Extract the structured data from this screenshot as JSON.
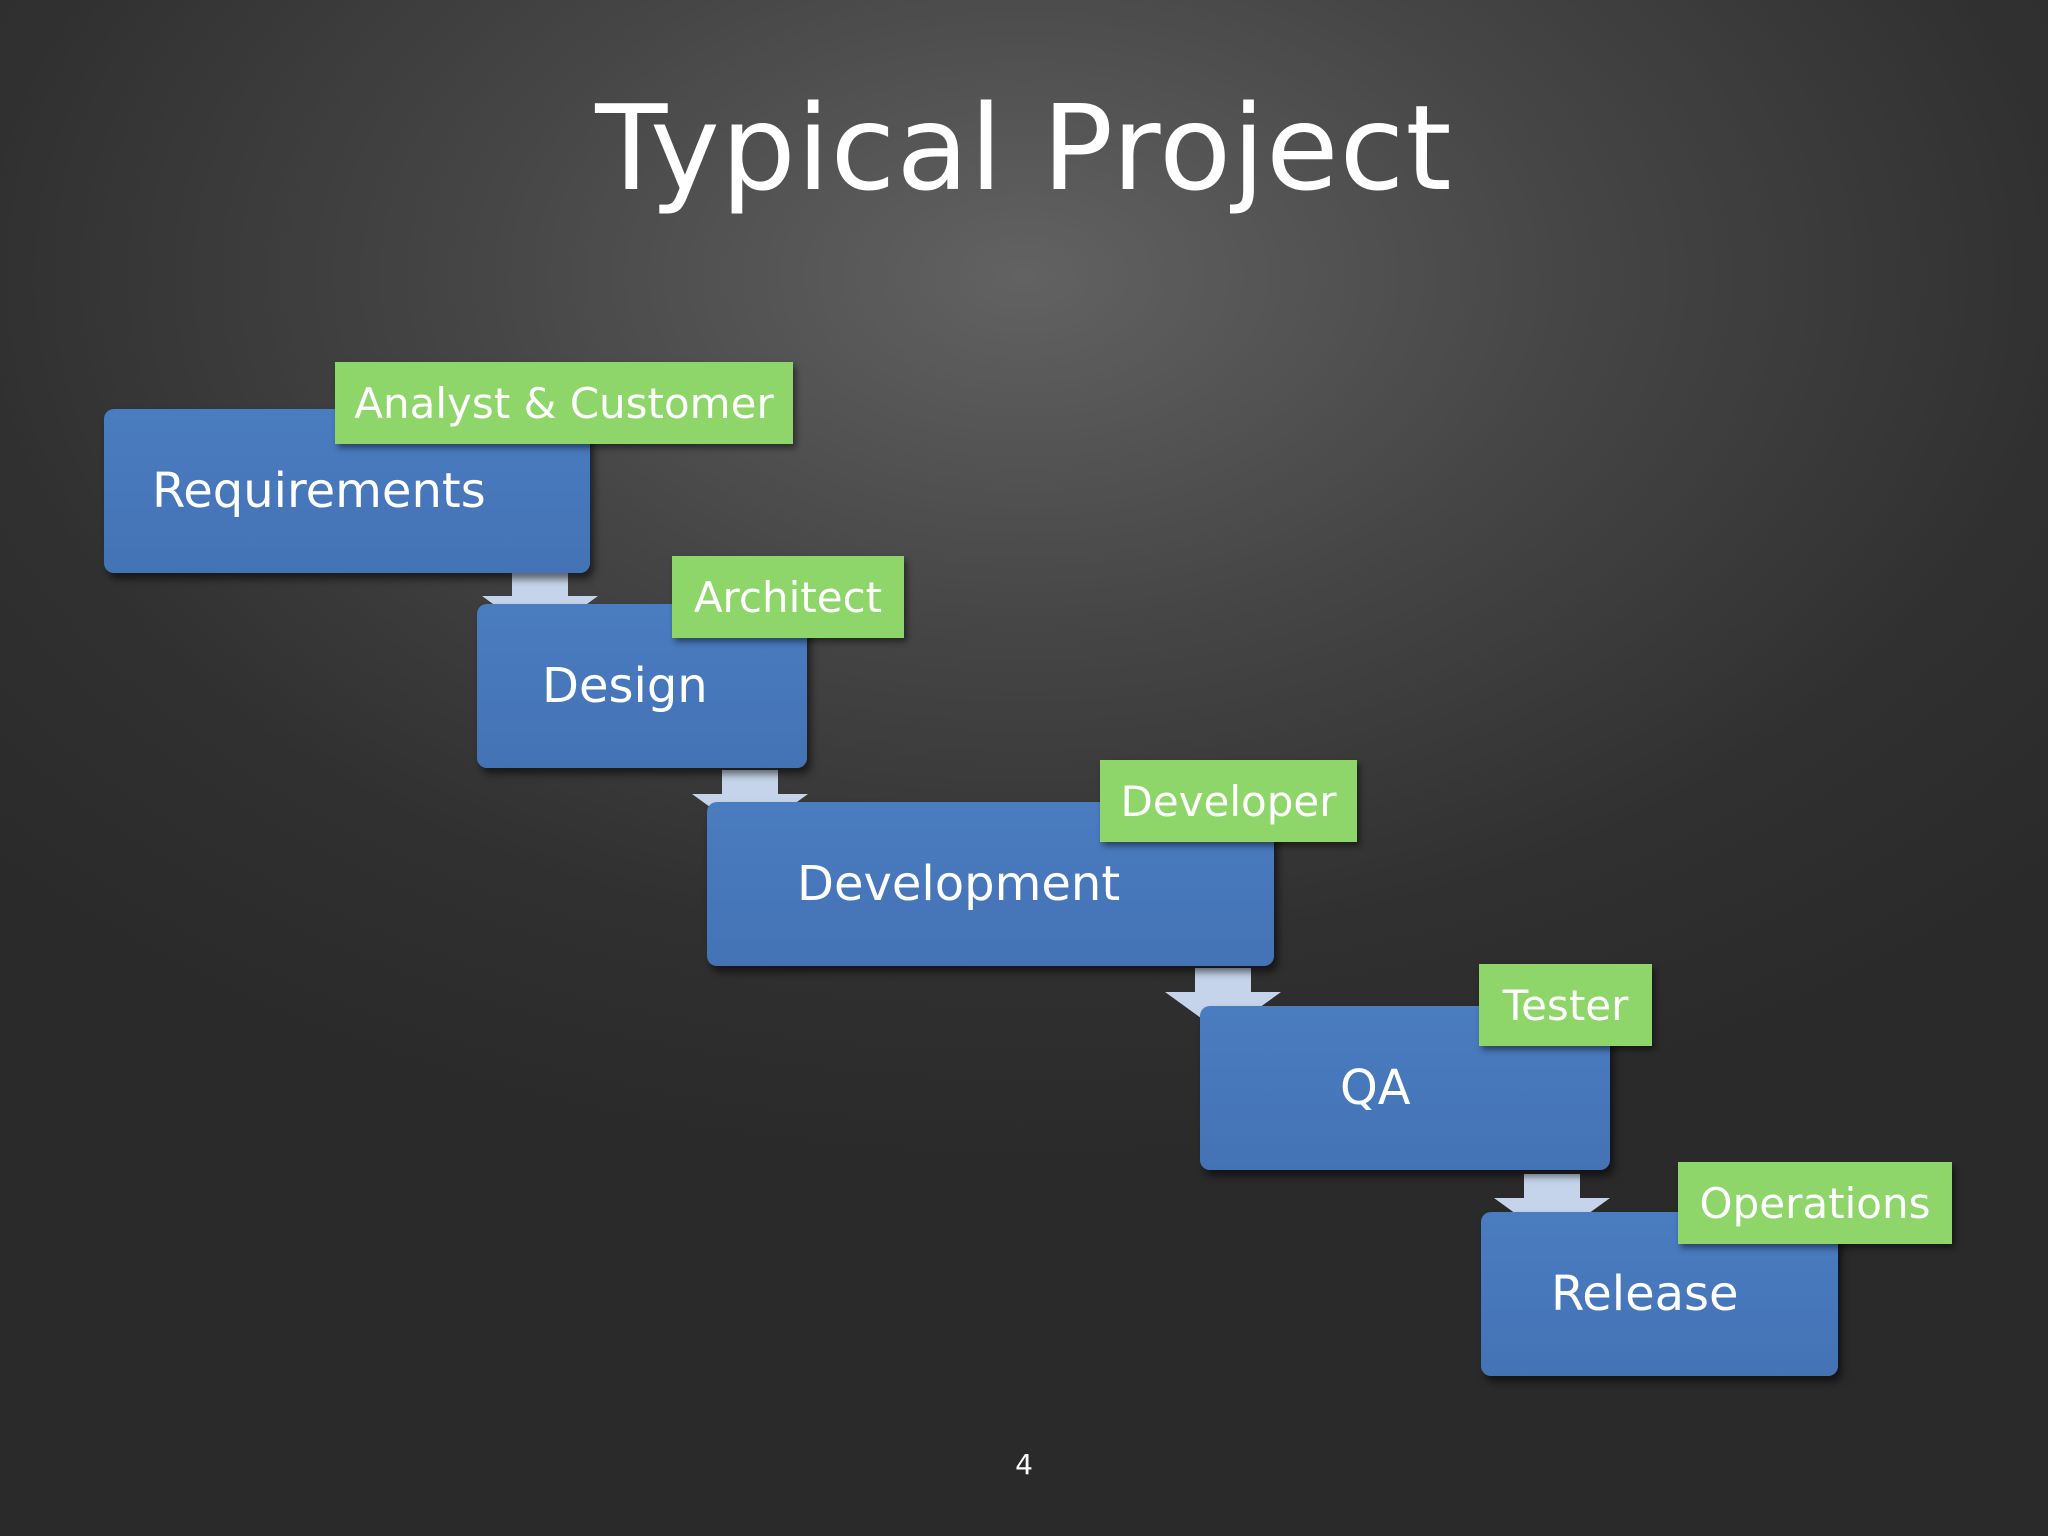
{
  "slide": {
    "title": "Typical Project",
    "page_number": "4"
  },
  "steps": [
    {
      "label": "Requirements",
      "role": "Analyst & Customer"
    },
    {
      "label": "Design",
      "role": "Architect"
    },
    {
      "label": "Development",
      "role": "Developer"
    },
    {
      "label": "QA",
      "role": "Tester"
    },
    {
      "label": "Release",
      "role": "Operations"
    }
  ],
  "colors": {
    "step_fill": "#4a7cc0",
    "role_fill": "#8fd66a",
    "arrow_fill": "#c5d4ea",
    "text": "#ffffff"
  }
}
